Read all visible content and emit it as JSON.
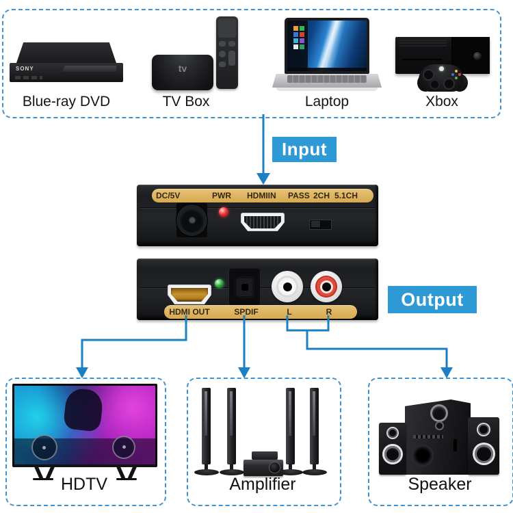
{
  "colors": {
    "accent_blue": "#2e9ad5",
    "connector_blue": "#1b7fc4",
    "dashed_border_blue": "#3b92d5",
    "panel_label_gold": "#dcb15f"
  },
  "input_group": {
    "badge": "Input",
    "devices": [
      {
        "label": "Blue-ray DVD",
        "brand": "SONY"
      },
      {
        "label": "TV Box",
        "logo": "tv"
      },
      {
        "label": "Laptop"
      },
      {
        "label": "Xbox"
      }
    ]
  },
  "converter": {
    "top_panel": {
      "labels": [
        "DC/5V",
        "PWR",
        "HDMIIN",
        "PASS",
        "2CH",
        "5.1CH"
      ]
    },
    "bottom_panel": {
      "labels": [
        "HDMI OUT",
        "SPDIF",
        "L",
        "R"
      ]
    }
  },
  "output_group": {
    "badge": "Output",
    "devices": [
      {
        "label": "HDTV"
      },
      {
        "label": "Amplifier"
      },
      {
        "label": "Speaker"
      }
    ]
  }
}
